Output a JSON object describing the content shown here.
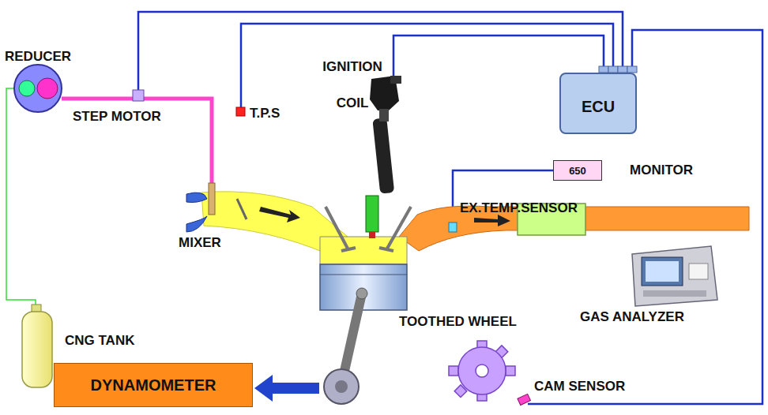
{
  "diagram": {
    "nodes": [
      {
        "text": [
          "ECU"
        ]
      },
      {
        "text": [
          "650",
          "MONITOR"
        ]
      },
      {
        "text": [
          "DYNAMOMETER"
        ]
      }
    ],
    "labels": [
      "REDUCER",
      "IGNITION COIL",
      "STEP MOTOR",
      "T.P.S",
      "MIXER",
      "EX.TEMP.SENSOR",
      "GAS ANALYZER",
      "CNG TANK",
      "TOOTHED WHEEL",
      "CAM SENSOR"
    ]
  }
}
